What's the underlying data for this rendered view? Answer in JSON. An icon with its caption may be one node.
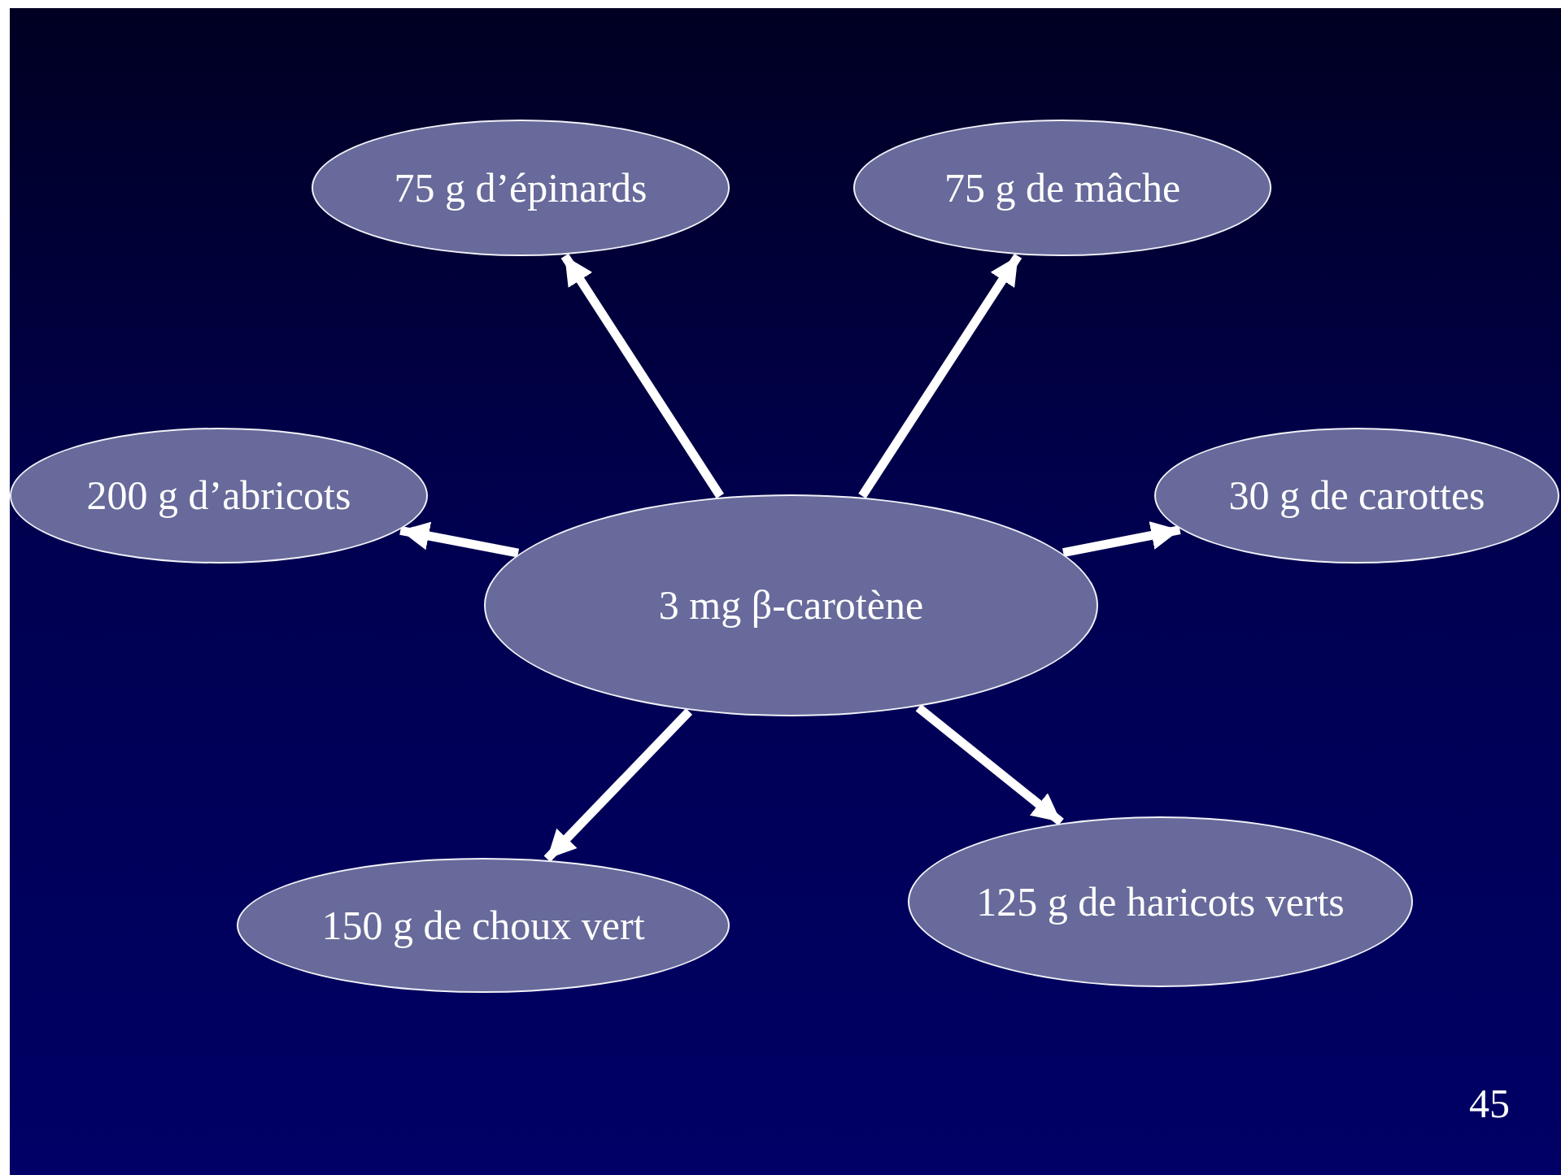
{
  "diagram": {
    "nodes": [
      {
        "text": [
          "75 g d’épinards"
        ]
      },
      {
        "text": [
          "75 g de mâche"
        ]
      },
      {
        "text": [
          "200 g d’abricots"
        ]
      },
      {
        "text": [
          "3 mg β-carotène"
        ]
      },
      {
        "text": [
          "30 g de carottes"
        ]
      },
      {
        "text": [
          "150 g de choux vert"
        ]
      },
      {
        "text": [
          "125 g de haricots verts"
        ]
      }
    ],
    "edges": [
      {
        "from": 3,
        "to": 0,
        "arrow": "to"
      },
      {
        "from": 3,
        "to": 1,
        "arrow": "to"
      },
      {
        "from": 3,
        "to": 2,
        "arrow": "to"
      },
      {
        "from": 3,
        "to": 4,
        "arrow": "to"
      },
      {
        "from": 3,
        "to": 5,
        "arrow": "to"
      },
      {
        "from": 3,
        "to": 6,
        "arrow": "to"
      }
    ],
    "labels": [
      "45"
    ]
  }
}
